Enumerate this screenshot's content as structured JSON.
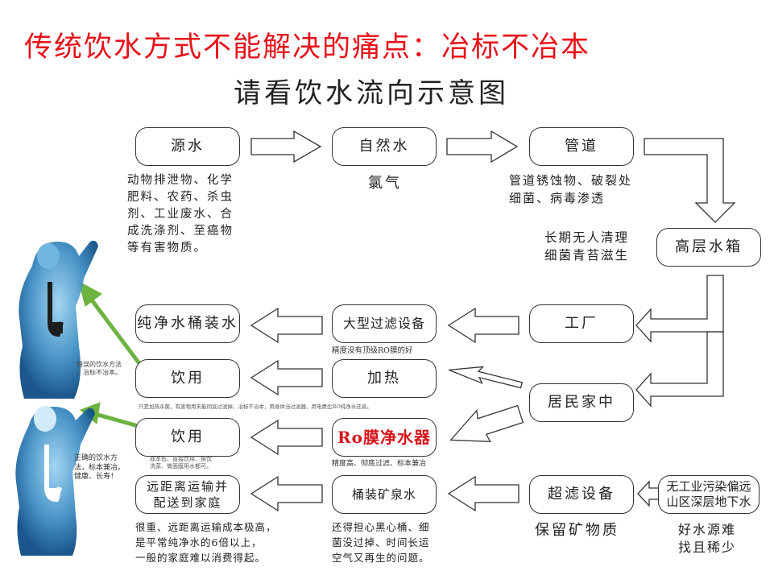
{
  "title": "传统饮水方式不能解决的痛点：冶标不冶本",
  "subtitle": "请看饮水流向示意图",
  "nodes": {
    "source_water": "源水",
    "natural_water": "自然水",
    "pipeline": "管道",
    "high_tank": "高层水箱",
    "factory": "工厂",
    "household": "居民家中",
    "ultrafilter": "超滤设备",
    "unpolluted_source": "无工业污染偏远山区深层地下水",
    "purified_bucket": "纯净水桶装水",
    "large_filter": "大型过滤设备",
    "drink_1": "饮用",
    "heating": "加热",
    "drink_2": "饮用",
    "ro_purifier": "Ro膜净水器",
    "long_distance": "远距离运输并配送到家庭",
    "bucket_mineral": "桶装矿泉水"
  },
  "captions": {
    "source_water_pollutants": [
      "动物排泄物、化学",
      "肥料、农药、杀虫",
      "剂、工业废水、合",
      "成洗涤剂、至癌物",
      "等有害物质。"
    ],
    "chlorine": "氯气",
    "pipe_problems": [
      "管道锈蚀物、破裂处",
      "细菌、病毒渗透"
    ],
    "tank_problems": [
      "长期无人清理",
      "细菌青苔滋生"
    ],
    "keep_minerals": "保留矿物质",
    "good_source_rare": [
      "好水源难",
      "找且稀少"
    ],
    "filter_precision": "精度没有顶级RO膜的好",
    "heating_note": "只是加热杀菌，有害物用未能彻底过滤掉，冶标不冶本，用身体当过滤器，用电费比RO纯净水还高。",
    "ro_note": "精度高、彻底过滤、标本兼冶",
    "drink2_note": [
      "成本低、直接饮用、换饮",
      "洗菜、做面膜用水都可。"
    ],
    "transport_cost": [
      "很重、远距离运输成本极高，",
      "是平常纯净水的6倍以上，",
      "一般的家庭难以消费得起。"
    ],
    "bucket_concern": [
      "还得担心黑心桶、细",
      "菌没过掉、时间长运",
      "空气又再生的问题。"
    ],
    "wrong_way": [
      "错误的饮水方法",
      "，冶标不冶本。"
    ],
    "right_way": [
      "正确的饮水方",
      "法，标本兼冶。",
      "健康、长寿！"
    ]
  },
  "colors": {
    "title_red": "#e8121a",
    "arrow_green": "#6cb33f",
    "body_blue": "#3f8ec4"
  }
}
